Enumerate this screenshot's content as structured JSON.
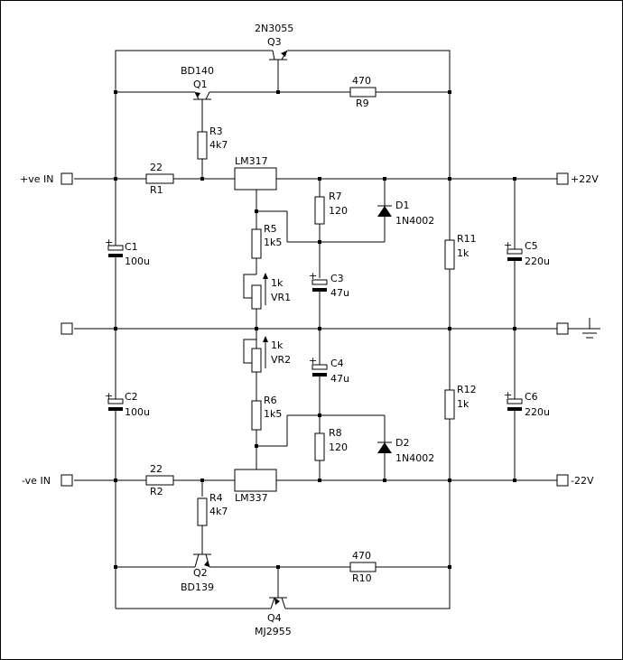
{
  "inputs": {
    "pos_in": "+ve IN",
    "neg_in": "-ve IN"
  },
  "outputs": {
    "pos_out": "+22V",
    "neg_out": "-22V"
  },
  "transistors": {
    "q1": {
      "ref": "Q1",
      "part": "BD140"
    },
    "q2": {
      "ref": "Q2",
      "part": "BD139"
    },
    "q3": {
      "ref": "Q3",
      "part": "2N3055"
    },
    "q4": {
      "ref": "Q4",
      "part": "MJ2955"
    }
  },
  "regulators": {
    "u_pos": {
      "part": "LM317"
    },
    "u_neg": {
      "part": "LM337"
    }
  },
  "resistors": {
    "r1": {
      "ref": "R1",
      "value": "22"
    },
    "r2": {
      "ref": "R2",
      "value": "22"
    },
    "r3": {
      "ref": "R3",
      "value": "4k7"
    },
    "r4": {
      "ref": "R4",
      "value": "4k7"
    },
    "r5": {
      "ref": "R5",
      "value": "1k5"
    },
    "r6": {
      "ref": "R6",
      "value": "1k5"
    },
    "r7": {
      "ref": "R7",
      "value": "120"
    },
    "r8": {
      "ref": "R8",
      "value": "120"
    },
    "r9": {
      "ref": "R9",
      "value": "470"
    },
    "r10": {
      "ref": "R10",
      "value": "470"
    },
    "r11": {
      "ref": "R11",
      "value": "1k"
    },
    "r12": {
      "ref": "R12",
      "value": "1k"
    }
  },
  "pots": {
    "vr1": {
      "ref": "VR1",
      "value": "1k"
    },
    "vr2": {
      "ref": "VR2",
      "value": "1k"
    }
  },
  "capacitors": {
    "c1": {
      "ref": "C1",
      "value": "100u",
      "polarity": "+"
    },
    "c2": {
      "ref": "C2",
      "value": "100u",
      "polarity": "+"
    },
    "c3": {
      "ref": "C3",
      "value": "47u",
      "polarity": "+"
    },
    "c4": {
      "ref": "C4",
      "value": "47u",
      "polarity": "+"
    },
    "c5": {
      "ref": "C5",
      "value": "220u",
      "polarity": "+"
    },
    "c6": {
      "ref": "C6",
      "value": "220u",
      "polarity": "+"
    }
  },
  "diodes": {
    "d1": {
      "ref": "D1",
      "part": "1N4002"
    },
    "d2": {
      "ref": "D2",
      "part": "1N4002"
    }
  },
  "icons": {
    "ground": "ground-symbol-icon"
  }
}
